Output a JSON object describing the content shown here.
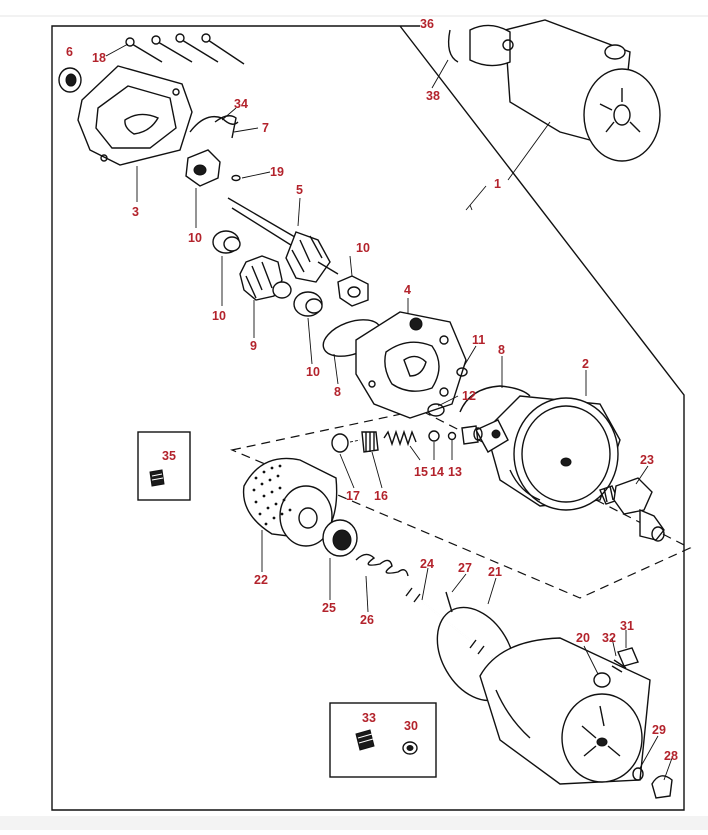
{
  "diagram": {
    "part_numbers": [
      "1",
      "2",
      "3",
      "4",
      "5",
      "6",
      "7",
      "8",
      "9",
      "10",
      "11",
      "12",
      "13",
      "14",
      "15",
      "16",
      "17",
      "18",
      "19",
      "20",
      "21",
      "22",
      "23",
      "24",
      "25",
      "26",
      "27",
      "28",
      "29",
      "30",
      "31",
      "32",
      "33",
      "34",
      "35",
      "36",
      "38"
    ],
    "colors": {
      "line": "#111111",
      "label": "#b3232c",
      "background": "#ffffff"
    }
  }
}
